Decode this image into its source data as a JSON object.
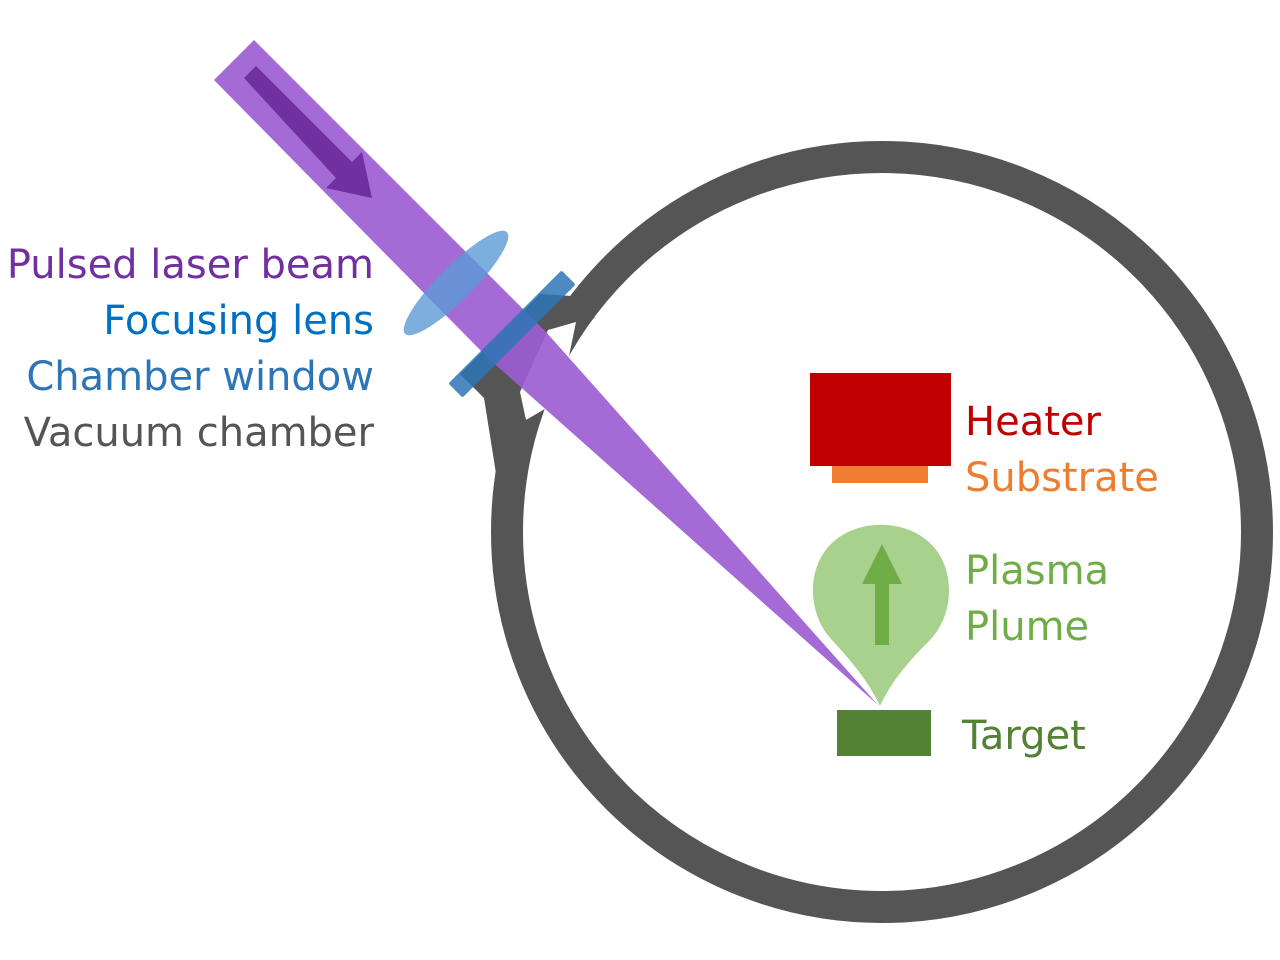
{
  "labels": {
    "laser": "Pulsed laser beam",
    "lens": "Focusing lens",
    "window": "Chamber window",
    "vacuum": "Vacuum chamber",
    "heater": "Heater",
    "substrate": "Substrate",
    "plasma": "Plasma",
    "plume": "Plume",
    "target": "Target"
  },
  "colors": {
    "laser": "#7030a0",
    "laser_beam": "#9c5dd3",
    "laser_arrow": "#7030a0",
    "lens": "#0070c0",
    "lens_fill": "#5b9bd5",
    "window": "#2e75b6",
    "window_fill": "#2e75b6",
    "vacuum": "#555555",
    "heater": "#c00000",
    "substrate": "#ed7d31",
    "plasma": "#70ad47",
    "plume_fill": "#a9d18e",
    "plume_arrow": "#70ad47",
    "target": "#548235"
  }
}
